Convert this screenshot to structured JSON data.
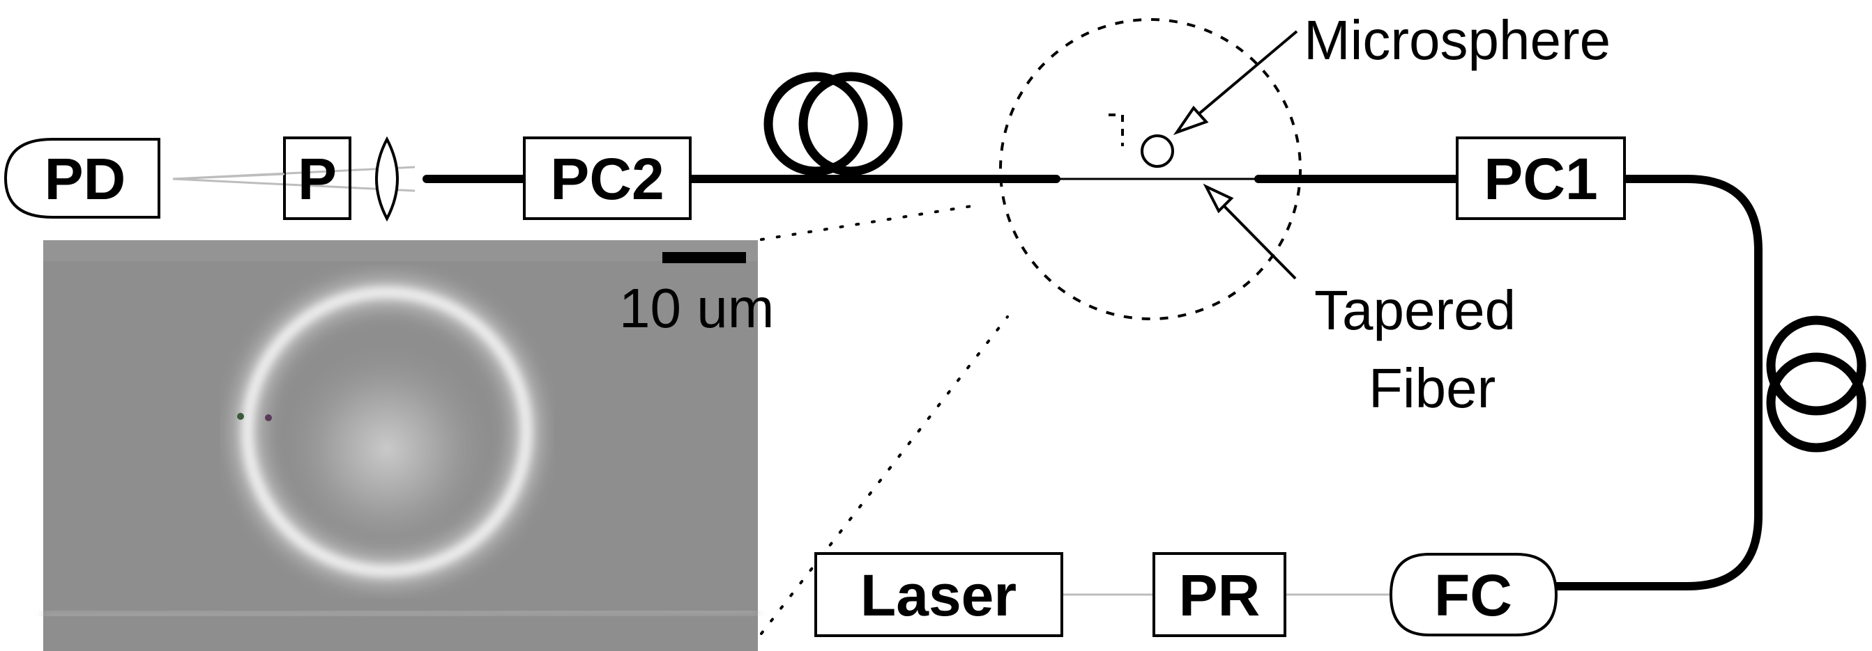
{
  "labels": {
    "pd": "PD",
    "p": "P",
    "pc2": "PC2",
    "pc1": "PC1",
    "laser": "Laser",
    "pr": "PR",
    "fc": "FC",
    "microsphere": "Microsphere",
    "tapered_line1": "Tapered",
    "tapered_line2": "Fiber",
    "scale_bar": "10 um"
  },
  "colors": {
    "line": "#000000",
    "free_space_beam": "#bdbdbd",
    "micrograph_background": "#8e8e8e",
    "micrograph_ring": "#efefef"
  },
  "icons": {
    "lens": "biconvex-lens-icon",
    "fiber_coil": "fiber-coil-icon"
  }
}
